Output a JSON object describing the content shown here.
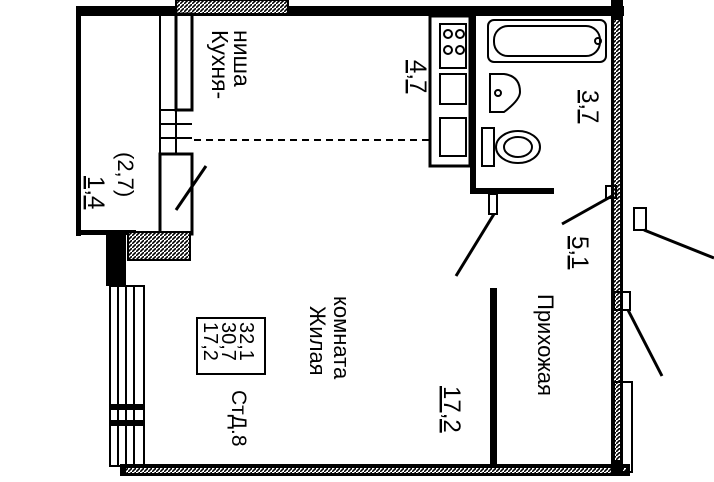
{
  "rooms": {
    "kitchen": {
      "name_line1": "Кухня-",
      "name_line2": "ниша",
      "area": "4,7"
    },
    "balcony": {
      "area": "1,4",
      "area_full": "(2,7)"
    },
    "bathroom": {
      "area": "3,7"
    },
    "hall": {
      "name": "Прихожая",
      "area": "5,1"
    },
    "living": {
      "name_line1": "Жилая",
      "name_line2": "комната",
      "area": "17,2"
    }
  },
  "summary": {
    "type_label": "СтД.8",
    "living_area": "17,2",
    "total_no_balcony": "30,7",
    "total_area": "32,1"
  }
}
